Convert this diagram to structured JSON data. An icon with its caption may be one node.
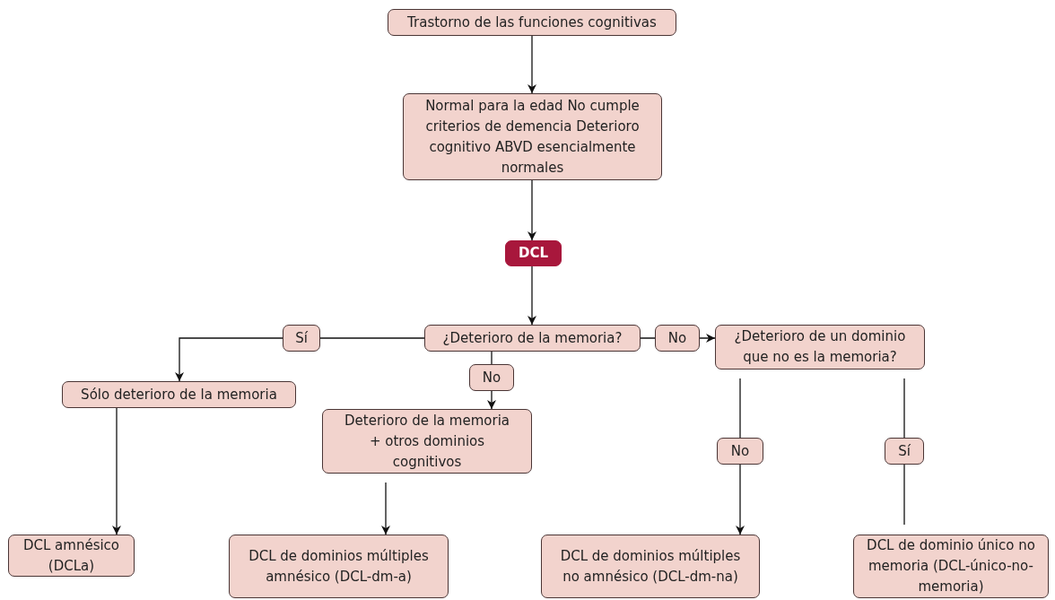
{
  "diagram": {
    "nodes": [
      {
        "text": [
          "Trastorno de las funciones cognitivas"
        ]
      },
      {
        "text": [
          "Normal para la edad No cumple criterios de demencia Deterioro cognitivo ABVD esencialmente normales"
        ]
      },
      {
        "text": [
          "DCL"
        ]
      },
      {
        "text": [
          "¿Deterioro de la memoria?"
        ]
      },
      {
        "text": [
          "¿Deterioro de un dominio que no es la memoria?"
        ]
      },
      {
        "text": [
          "Sólo deterioro de la memoria"
        ]
      },
      {
        "text": [
          "Deterioro de la memoria + otros dominios cognitivos"
        ]
      },
      {
        "text": [
          "DCL amnésico (DCLa)"
        ]
      },
      {
        "text": [
          "DCL de dominios múltiples amnésico (DCL-dm-a)"
        ]
      },
      {
        "text": [
          "DCL de dominios múltiples no amnésico (DCL-dm-na)"
        ]
      },
      {
        "text": [
          "DCL de dominio único no memoria (DCL-único-no-memoria)"
        ]
      }
    ],
    "edges": [
      {
        "from": 0,
        "to": 1,
        "arrow": "to"
      },
      {
        "from": 1,
        "to": 2,
        "arrow": "to"
      },
      {
        "from": 2,
        "to": 3,
        "arrow": "to"
      },
      {
        "from": 3,
        "to": 5,
        "arrow": "to",
        "label": "Sí"
      },
      {
        "from": 3,
        "to": 4,
        "arrow": "to",
        "label": "No"
      },
      {
        "from": 3,
        "to": 6,
        "arrow": "to",
        "label": "No"
      },
      {
        "from": 5,
        "to": 7,
        "arrow": "to"
      },
      {
        "from": 6,
        "to": 8,
        "arrow": "to"
      },
      {
        "from": 4,
        "to": 9,
        "arrow": "to",
        "label": "No"
      },
      {
        "from": 4,
        "to": 10,
        "arrow": "none",
        "label": "Sí"
      }
    ]
  }
}
